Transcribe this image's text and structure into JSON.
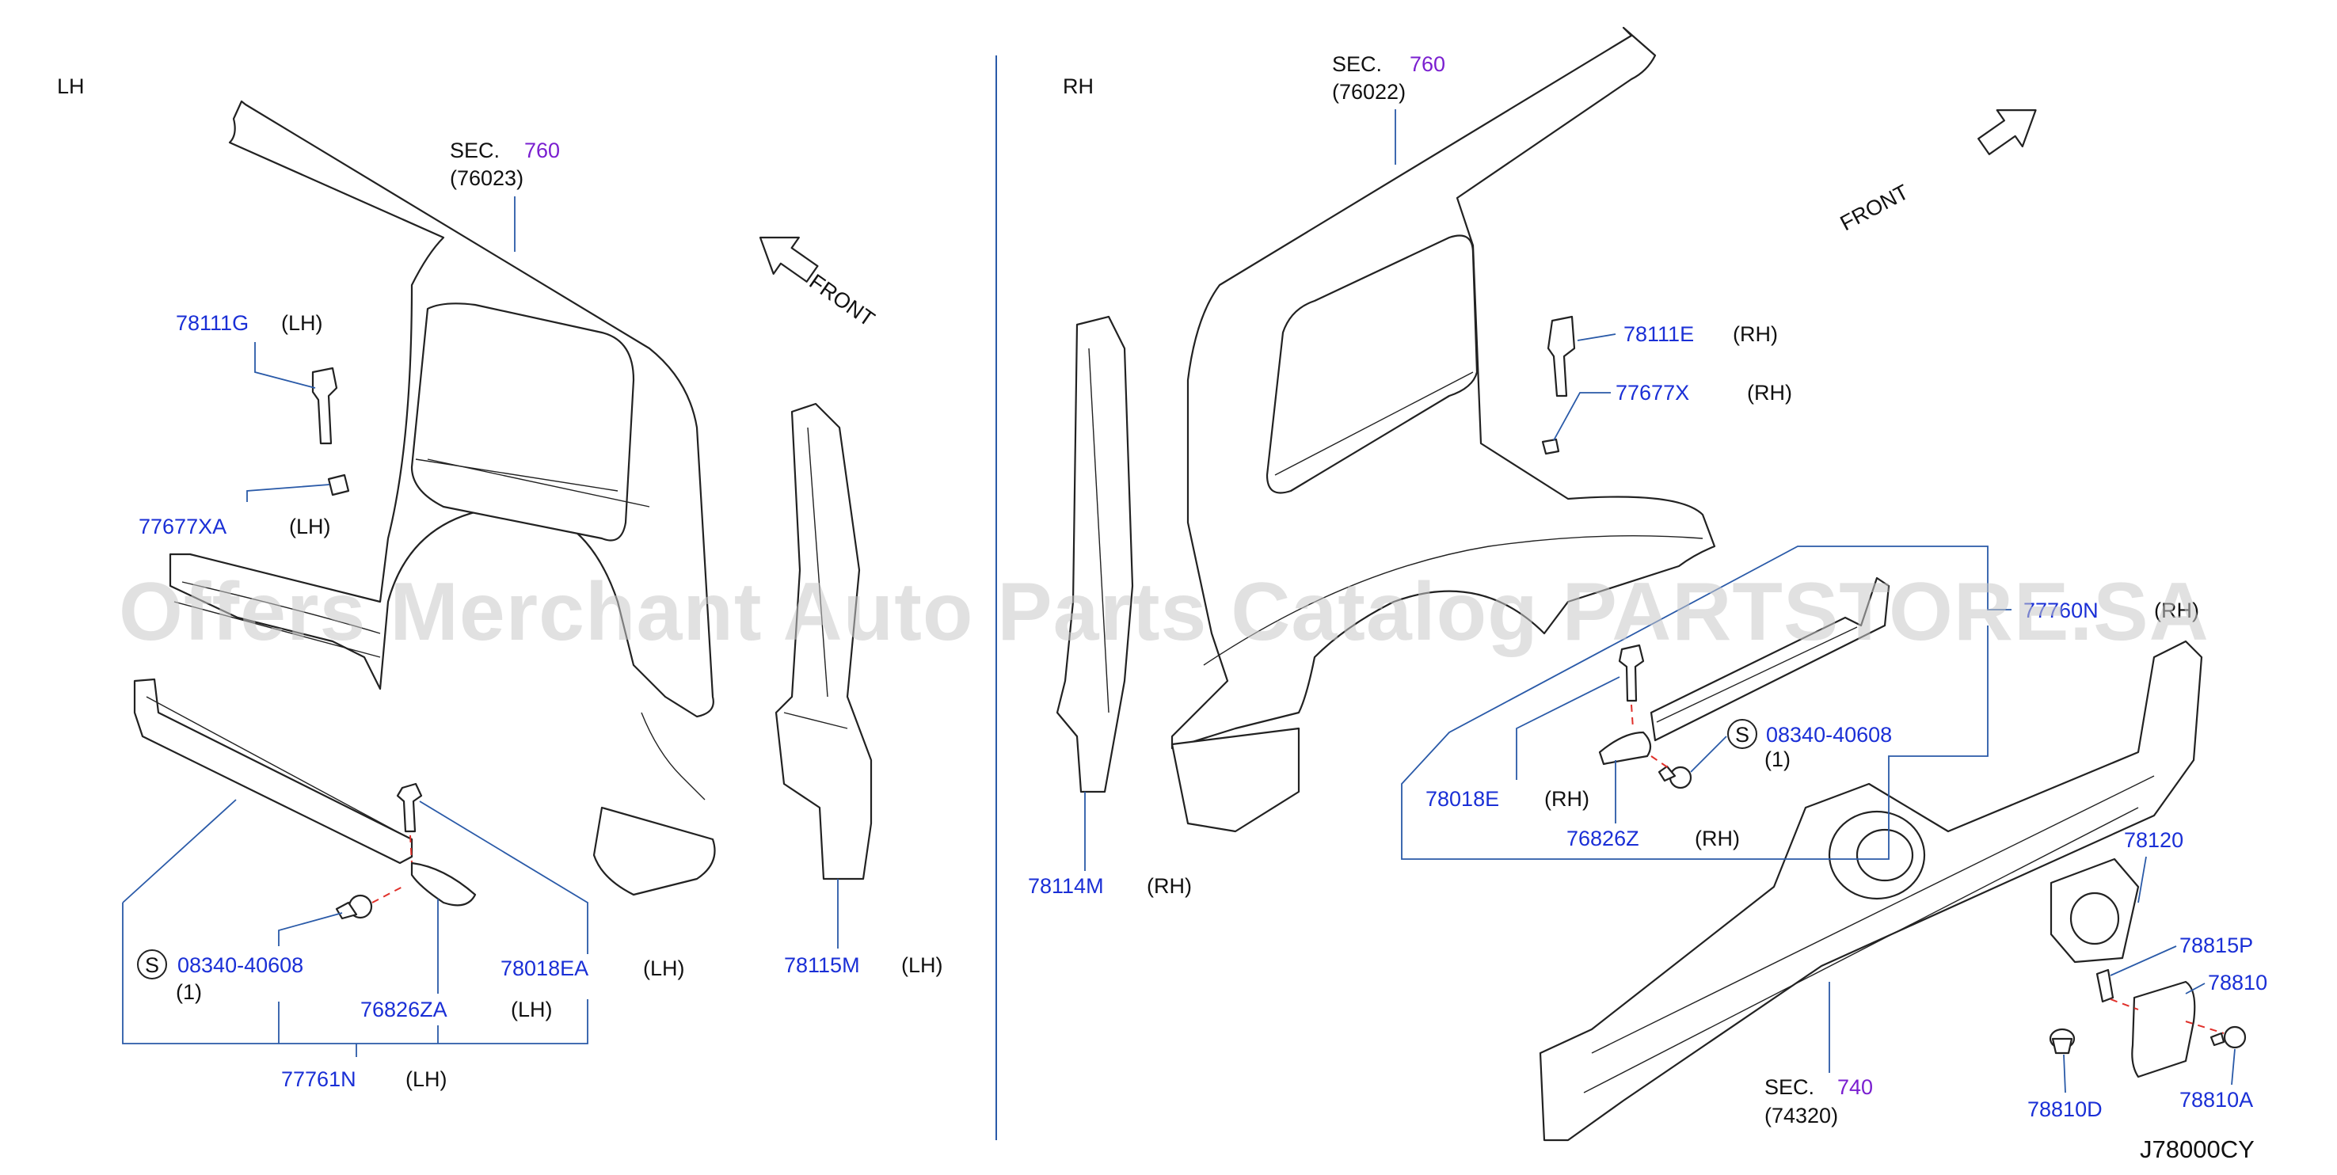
{
  "side_labels": {
    "left": "LH",
    "right": "RH"
  },
  "front": "FRONT",
  "watermark": "Offers Merchant Auto Parts Catalog PARTSTORE.SA",
  "figure_code": "J78000CY",
  "sections": {
    "lh_760": {
      "prefix": "SEC.",
      "num": "760",
      "ref": "(76023)"
    },
    "rh_760": {
      "prefix": "SEC.",
      "num": "760",
      "ref": "(76022)"
    },
    "rh_740": {
      "prefix": "SEC.",
      "num": "740",
      "ref": "(74320)"
    }
  },
  "lh_parts": {
    "p78111G": {
      "num": "78111G",
      "side": "(LH)"
    },
    "p77677XA": {
      "num": "77677XA",
      "side": "(LH)"
    },
    "s_screw": {
      "s": "S",
      "num": "08340-40608",
      "qty": "(1)"
    },
    "p78018EA": {
      "num": "78018EA",
      "side": "(LH)"
    },
    "p76826ZA": {
      "num": "76826ZA",
      "side": "(LH)"
    },
    "p77761N": {
      "num": "77761N",
      "side": "(LH)"
    },
    "p78115M": {
      "num": "78115M",
      "side": "(LH)"
    }
  },
  "rh_parts": {
    "p78111E": {
      "num": "78111E",
      "side": "(RH)"
    },
    "p77677X": {
      "num": "77677X",
      "side": "(RH)"
    },
    "p77760N": {
      "num": "77760N",
      "side": "(RH)"
    },
    "s_screw": {
      "s": "S",
      "num": "08340-40608",
      "qty": "(1)"
    },
    "p78018E": {
      "num": "78018E",
      "side": "(RH)"
    },
    "p76826Z": {
      "num": "76826Z",
      "side": "(RH)"
    },
    "p78114M": {
      "num": "78114M",
      "side": "(RH)"
    },
    "p78120": {
      "num": "78120"
    },
    "p78815P": {
      "num": "78815P"
    },
    "p78810": {
      "num": "78810"
    },
    "p78810A": {
      "num": "78810A"
    },
    "p78810D": {
      "num": "78810D"
    }
  }
}
